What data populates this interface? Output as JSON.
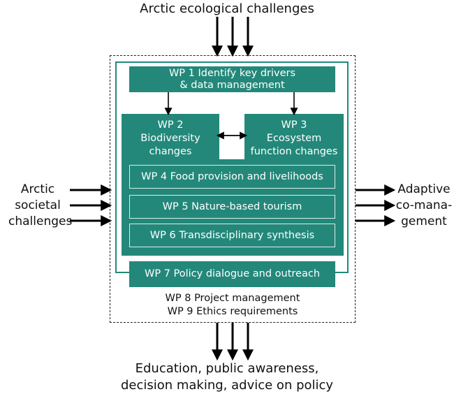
{
  "top_input": "Arctic ecological challenges",
  "left_input": [
    "Arctic",
    "societal",
    "challenges"
  ],
  "right_output": [
    "Adaptive",
    "co-mana-",
    "gement"
  ],
  "bottom_output": [
    "Education, public awareness,",
    "decision making, advice on policy"
  ],
  "work_packages": {
    "wp1": [
      "WP 1 Identify key drivers",
      "& data management"
    ],
    "wp2": [
      "WP 2",
      "Biodiversity",
      "changes"
    ],
    "wp3": [
      "WP 3",
      "Ecosystem",
      "function changes"
    ],
    "wp4": "WP 4 Food provision and livelihoods",
    "wp5": "WP 5 Nature-based tourism",
    "wp6": "WP 6 Transdisciplinary synthesis",
    "wp7": "WP 7 Policy dialogue and outreach",
    "wp8": "WP 8 Project management",
    "wp9": "WP 9 Ethics requirements"
  },
  "colors": {
    "box_fill": "#23887a",
    "frame": "#21897a",
    "arrow": "#000000"
  }
}
